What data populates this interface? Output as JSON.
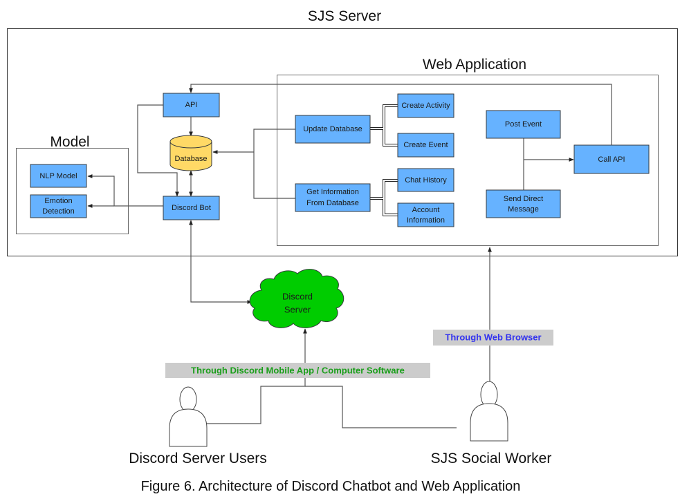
{
  "figure": {
    "caption": "Figure 6. Architecture of Discord Chatbot and Web Application"
  },
  "containers": {
    "sjs_server": "SJS Server",
    "web_application": "Web Application",
    "model": "Model"
  },
  "nodes": {
    "api": "API",
    "database": "Database",
    "discord_bot": "Discord Bot",
    "nlp_model": "NLP Model",
    "emotion_detection_1": "Emotion",
    "emotion_detection_2": "Detection",
    "update_database": "Update Database",
    "get_info_1": "Get Information",
    "get_info_2": "From Database",
    "create_activity": "Create Activity",
    "create_event": "Create Event",
    "chat_history": "Chat History",
    "account_info_1": "Account",
    "account_info_2": "Information",
    "post_event": "Post Event",
    "send_dm_1": "Send Direct",
    "send_dm_2": "Message",
    "call_api": "Call API",
    "discord_server_1": "Discord",
    "discord_server_2": "Server"
  },
  "edge_labels": {
    "discord_app": "Through Discord Mobile App / Computer Software",
    "web_browser": "Through Web Browser"
  },
  "actors": {
    "discord_users": "Discord Server Users",
    "social_worker": "SJS Social Worker"
  },
  "colors": {
    "process_box": "#66b2ff",
    "database": "#ffd966",
    "cloud": "#00cc00",
    "label_green": "#1a9e1a",
    "label_blue": "#3333ee",
    "label_bg": "#cccccc"
  }
}
